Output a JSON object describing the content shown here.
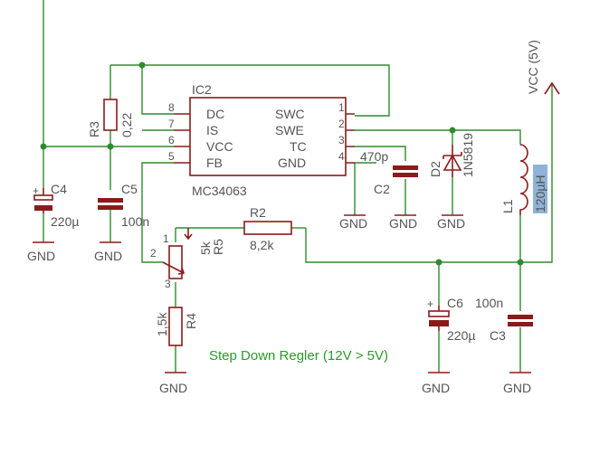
{
  "title": "Step Down Regler (12V > 5V)",
  "ic": {
    "ref": "IC2",
    "part": "MC34063",
    "pins_left": [
      {
        "num": "8",
        "name": "DC"
      },
      {
        "num": "7",
        "name": "IS"
      },
      {
        "num": "6",
        "name": "VCC"
      },
      {
        "num": "5",
        "name": "FB"
      }
    ],
    "pins_right": [
      {
        "num": "1",
        "name": "SWC"
      },
      {
        "num": "2",
        "name": "SWE"
      },
      {
        "num": "3",
        "name": "TC"
      },
      {
        "num": "4",
        "name": "GND"
      }
    ]
  },
  "components": {
    "r3": {
      "ref": "R3",
      "value": "0,22"
    },
    "c4": {
      "ref": "C4",
      "value": "220µ"
    },
    "c5": {
      "ref": "C5",
      "value": "100n"
    },
    "c2": {
      "ref": "C2",
      "value": "470p"
    },
    "d2": {
      "ref": "D2",
      "value": "1N5819"
    },
    "l1": {
      "ref": "L1",
      "value": "120µH"
    },
    "r2": {
      "ref": "R2",
      "value": "8,2k"
    },
    "r5": {
      "ref": "R5",
      "value": "5k"
    },
    "r4": {
      "ref": "R4",
      "value": "1,5k"
    },
    "c6": {
      "ref": "C6",
      "value": "220µ"
    },
    "c3": {
      "ref": "C3",
      "value": "100n"
    }
  },
  "supply": {
    "vcc": "VCC (5V)"
  },
  "gnd": "GND",
  "pot_pins": {
    "p1": "1",
    "p2": "2",
    "p3": "3"
  },
  "polarity": "+"
}
